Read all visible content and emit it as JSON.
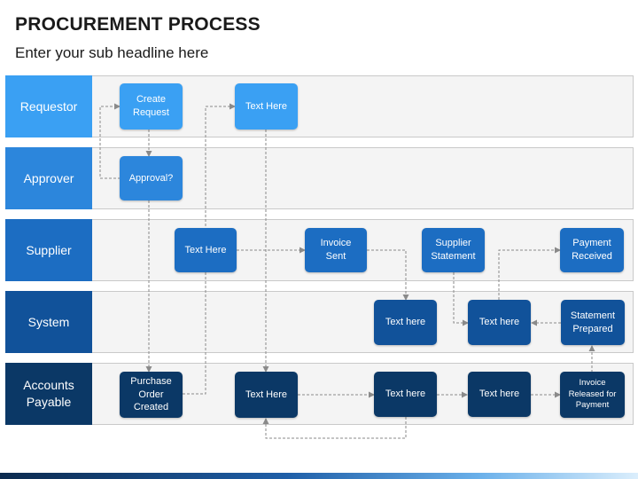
{
  "title": "PROCUREMENT PROCESS",
  "subtitle": "Enter your sub headline here",
  "colors": {
    "requestor": "#3aa0f3",
    "approver": "#2c86dc",
    "supplier": "#1c6dc2",
    "system": "#11529a",
    "accounts_payable": "#0b3866"
  },
  "lanes": [
    {
      "label": "Requestor"
    },
    {
      "label": "Approver"
    },
    {
      "label": "Supplier"
    },
    {
      "label": "System"
    },
    {
      "label": "Accounts\nPayable"
    }
  ],
  "boxes": {
    "create_request": "Create\nRequest",
    "requestor_text": "Text Here",
    "approval": "Approval?",
    "supplier_text": "Text Here",
    "invoice_sent": "Invoice\nSent",
    "supplier_statement": "Supplier\nStatement",
    "payment_received": "Payment\nReceived",
    "system_text_1": "Text here",
    "system_text_2": "Text here",
    "statement_prepared": "Statement\nPrepared",
    "purchase_order": "Purchase\nOrder\nCreated",
    "ap_text_1": "Text Here",
    "ap_text_2": "Text here",
    "ap_text_3": "Text here",
    "invoice_released": "Invoice\nReleased for\nPayment"
  }
}
